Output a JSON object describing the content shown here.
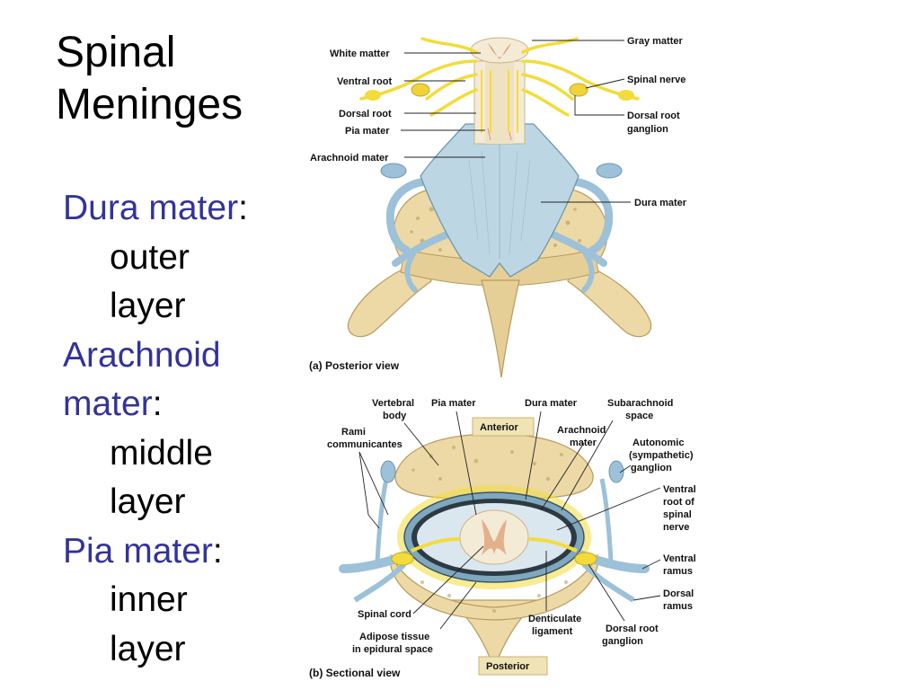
{
  "slide": {
    "title_lines": [
      "Spinal",
      "Meninges"
    ],
    "points": [
      {
        "term": "Dura mater",
        "desc_lines": [
          "outer",
          "layer"
        ]
      },
      {
        "term": "Arachnoid",
        "term2": "mater",
        "desc_lines": [
          "middle",
          "layer"
        ]
      },
      {
        "term": "Pia mater",
        "desc_lines": [
          "inner",
          "layer"
        ]
      }
    ]
  },
  "figure": {
    "posterior": {
      "caption": "(a) Posterior view",
      "labels": {
        "white_matter": "White matter",
        "gray_matter": "Gray matter",
        "ventral_root": "Ventral root",
        "spinal_nerve": "Spinal nerve",
        "dorsal_root": "Dorsal root",
        "dorsal_root_ganglion": [
          "Dorsal root",
          "ganglion"
        ],
        "pia_mater": "Pia mater",
        "arachnoid_mater": "Arachnoid mater",
        "dura_mater": "Dura mater"
      }
    },
    "sectional": {
      "caption": "(b) Sectional view",
      "anterior": "Anterior",
      "posterior": "Posterior",
      "labels": {
        "vertebral_body": [
          "Vertebral",
          "body"
        ],
        "pia_mater": "Pia mater",
        "dura_mater": "Dura mater",
        "subarachnoid_space": [
          "Subarachnoid",
          "space"
        ],
        "rami_communicantes": [
          "Rami",
          "communicantes"
        ],
        "arachnoid_mater": [
          "Arachnoid",
          "mater"
        ],
        "autonomic_ganglion": [
          "Autonomic",
          "(sympathetic)",
          "ganglion"
        ],
        "ventral_root": [
          "Ventral",
          "root of",
          "spinal",
          "nerve"
        ],
        "ventral_ramus": [
          "Ventral",
          "ramus"
        ],
        "dorsal_ramus": [
          "Dorsal",
          "ramus"
        ],
        "spinal_cord": "Spinal cord",
        "adipose_tissue": [
          "Adipose tissue",
          "in epidural space"
        ],
        "denticulate_ligament": [
          "Denticulate",
          "ligament"
        ],
        "dorsal_root_ganglion": [
          "Dorsal root",
          "ganglion"
        ]
      }
    }
  },
  "colors": {
    "title_term": "#333399",
    "bone": "#ecd9a6",
    "bone_dark": "#b99a5c",
    "dura": "#bcd6e4",
    "dura_edge": "#6e97b0",
    "nerve": "#f3dc3a",
    "cord": "#f4ebd6",
    "gray_matter": "#e3b08c",
    "label_box": "#f0e4b4"
  }
}
